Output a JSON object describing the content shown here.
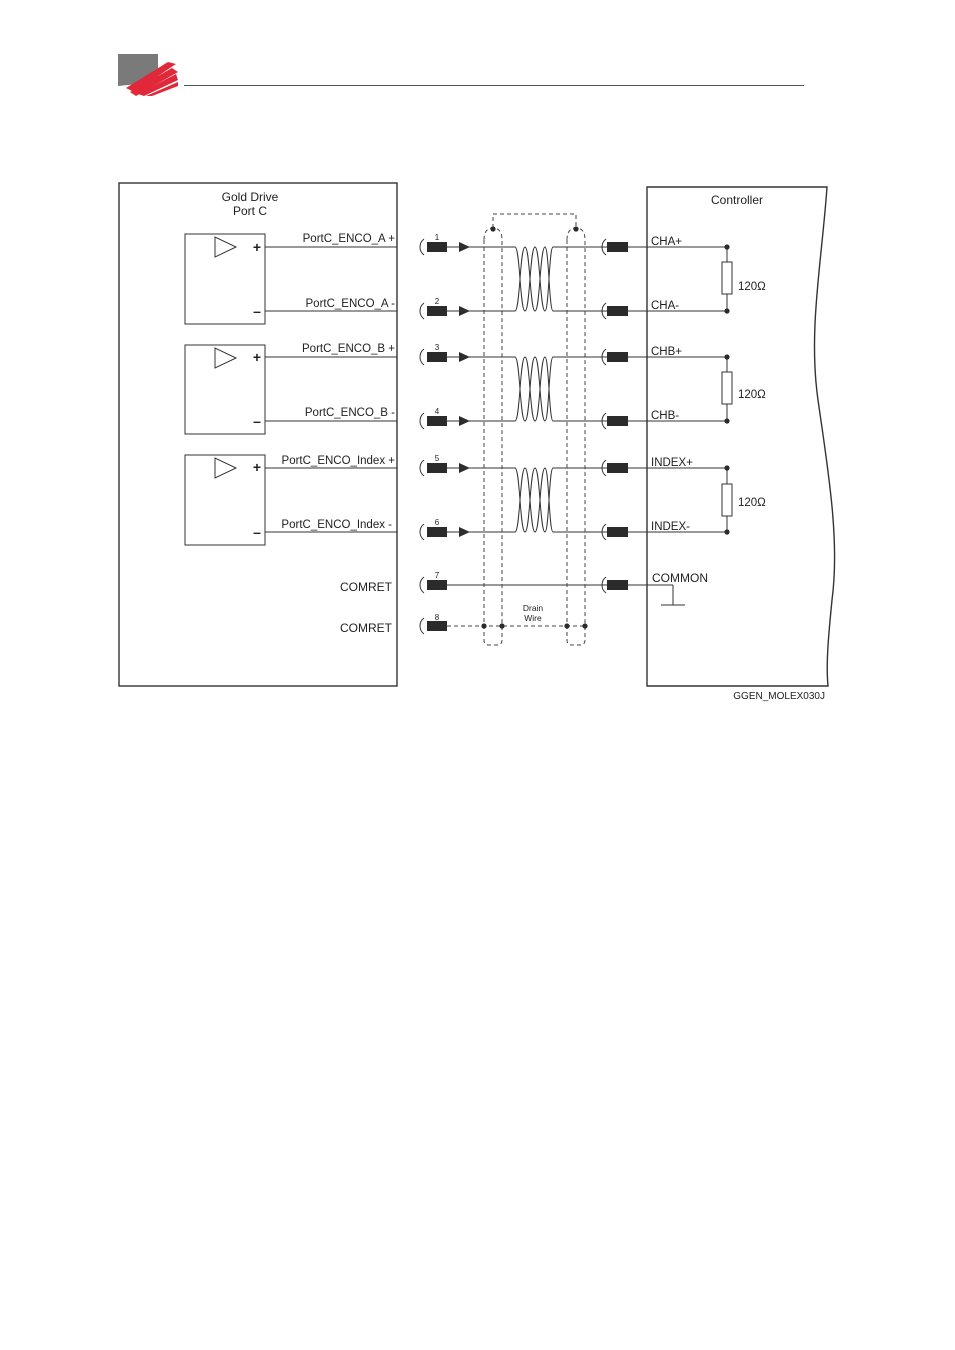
{
  "colors": {
    "logo_gray": "#7a7a7a",
    "logo_red": "#e0283a",
    "line": "#333333",
    "connector": "#2b2b2b",
    "shield": "#444444"
  },
  "drive": {
    "title_line1": "Gold Drive",
    "title_line2": "Port C",
    "signals": [
      "PortC_ENCO_A +",
      "PortC_ENCO_A -",
      "PortC_ENCO_B +",
      "PortC_ENCO_B -",
      "PortC_ENCO_Index +",
      "PortC_ENCO_Index -",
      "COMRET",
      "COMRET"
    ],
    "pins": [
      "1",
      "2",
      "3",
      "4",
      "5",
      "6",
      "7",
      "8"
    ],
    "plus_symbol": "+",
    "minus_symbol": "–"
  },
  "controller": {
    "title": "Controller",
    "signals": [
      "CHA+",
      "CHA-",
      "CHB+",
      "CHB-",
      "INDEX+",
      "INDEX-",
      "COMMON"
    ],
    "resistors": [
      "120Ω",
      "120Ω",
      "120Ω"
    ]
  },
  "cable": {
    "drain_line1": "Drain",
    "drain_line2": "Wire"
  },
  "figure_id": "GGEN_MOLEX030J"
}
